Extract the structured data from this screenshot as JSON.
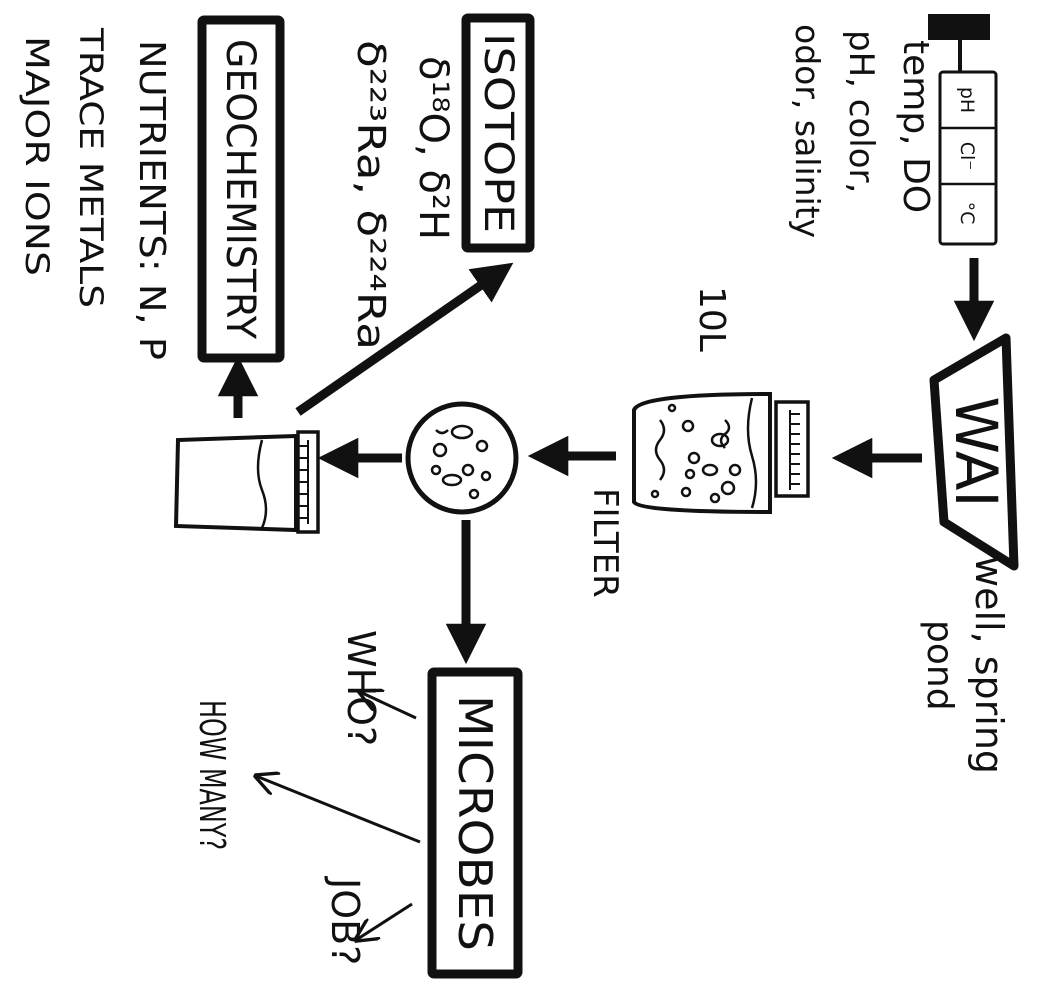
{
  "probe": {
    "cells": [
      "pH",
      "Cl⁻",
      "°C"
    ],
    "caption_lines": [
      "temp, DO",
      "pH, color,",
      "odor, salinity"
    ]
  },
  "source": {
    "label": "WAI",
    "subtitle_lines": [
      "well, spring",
      "pond"
    ]
  },
  "volume": {
    "label": "10L"
  },
  "filter": {
    "label": "FILTER"
  },
  "isotope": {
    "label": "ISOTOPE",
    "line1": "δ¹⁸O, δ²H",
    "line2": "δ²²³Ra, δ²²⁴Ra"
  },
  "geochemistry": {
    "label": "GEOCHEMISTRY",
    "items": [
      "NUTRIENTS: N, P",
      "TRACE METALS",
      "MAJOR IONS"
    ]
  },
  "microbes": {
    "label": "MICROBES",
    "questions": [
      "WHO?",
      "HOW MANY?",
      "JOB?"
    ]
  }
}
